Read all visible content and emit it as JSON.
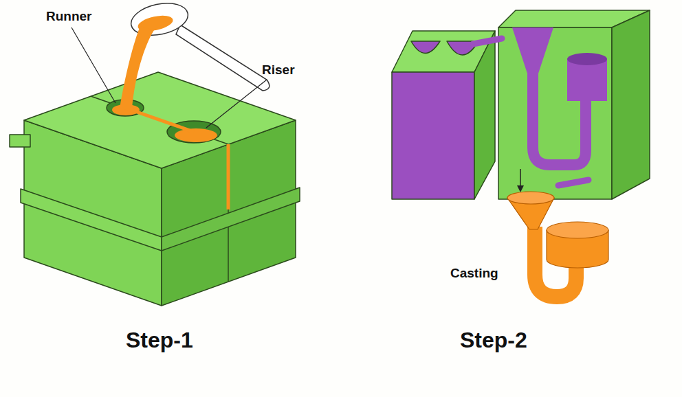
{
  "diagram": {
    "labels": [
      "Runner",
      "Riser",
      "Casting",
      "Step-1",
      "Step-2"
    ]
  }
}
